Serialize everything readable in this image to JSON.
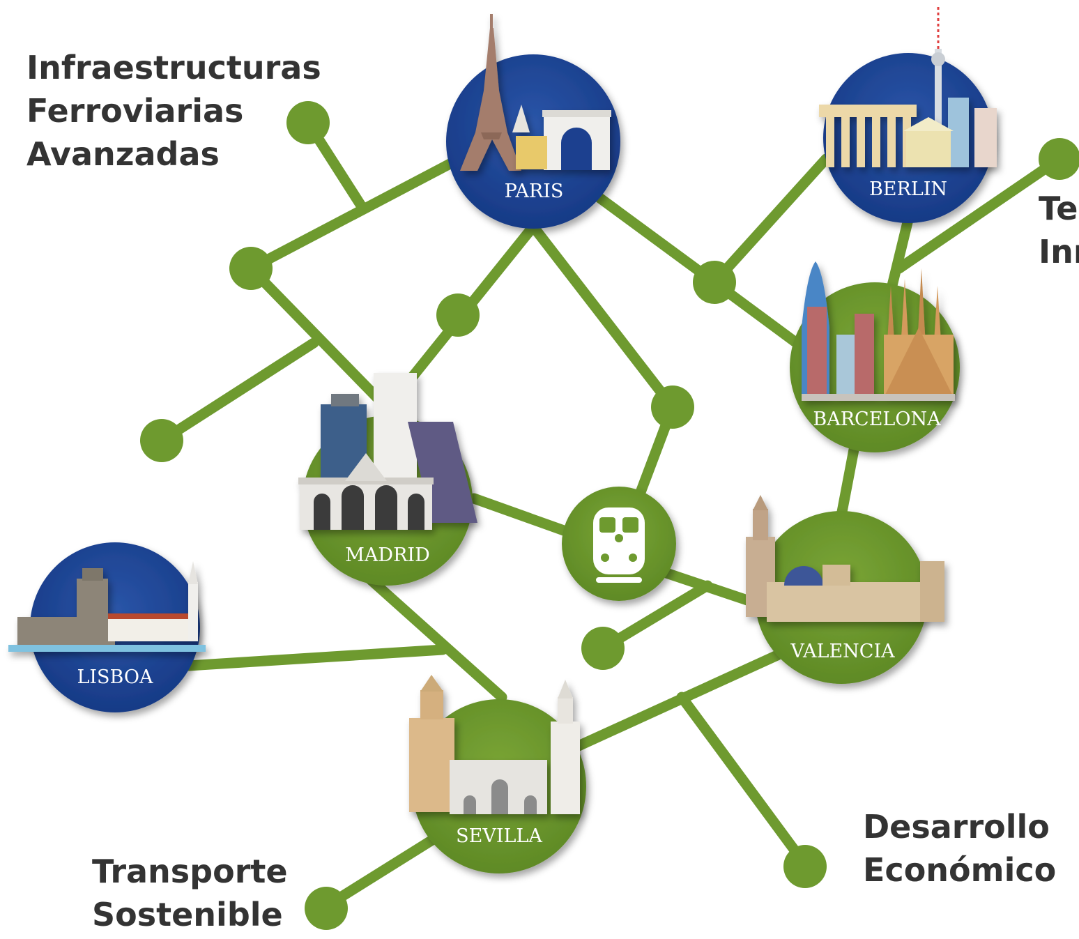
{
  "labels": {
    "top_left": "Infraestructuras\nFerroviarias\nAvanzadas",
    "top_right": "Te\nInn",
    "bottom_left": "Transporte\nSostenible",
    "bottom_right": "Desarrollo\nEconómico"
  },
  "cities": {
    "paris": "PARIS",
    "berlin": "BERLIN",
    "barcelona": "BARCELONA",
    "madrid": "MADRID",
    "valencia": "VALENCIA",
    "lisboa": "LISBOA",
    "sevilla": "SEVILLA"
  },
  "colors": {
    "green": "#6e9a2f",
    "blue": "#1c3f8f",
    "text": "#333333"
  },
  "hub_icon": "train-icon"
}
